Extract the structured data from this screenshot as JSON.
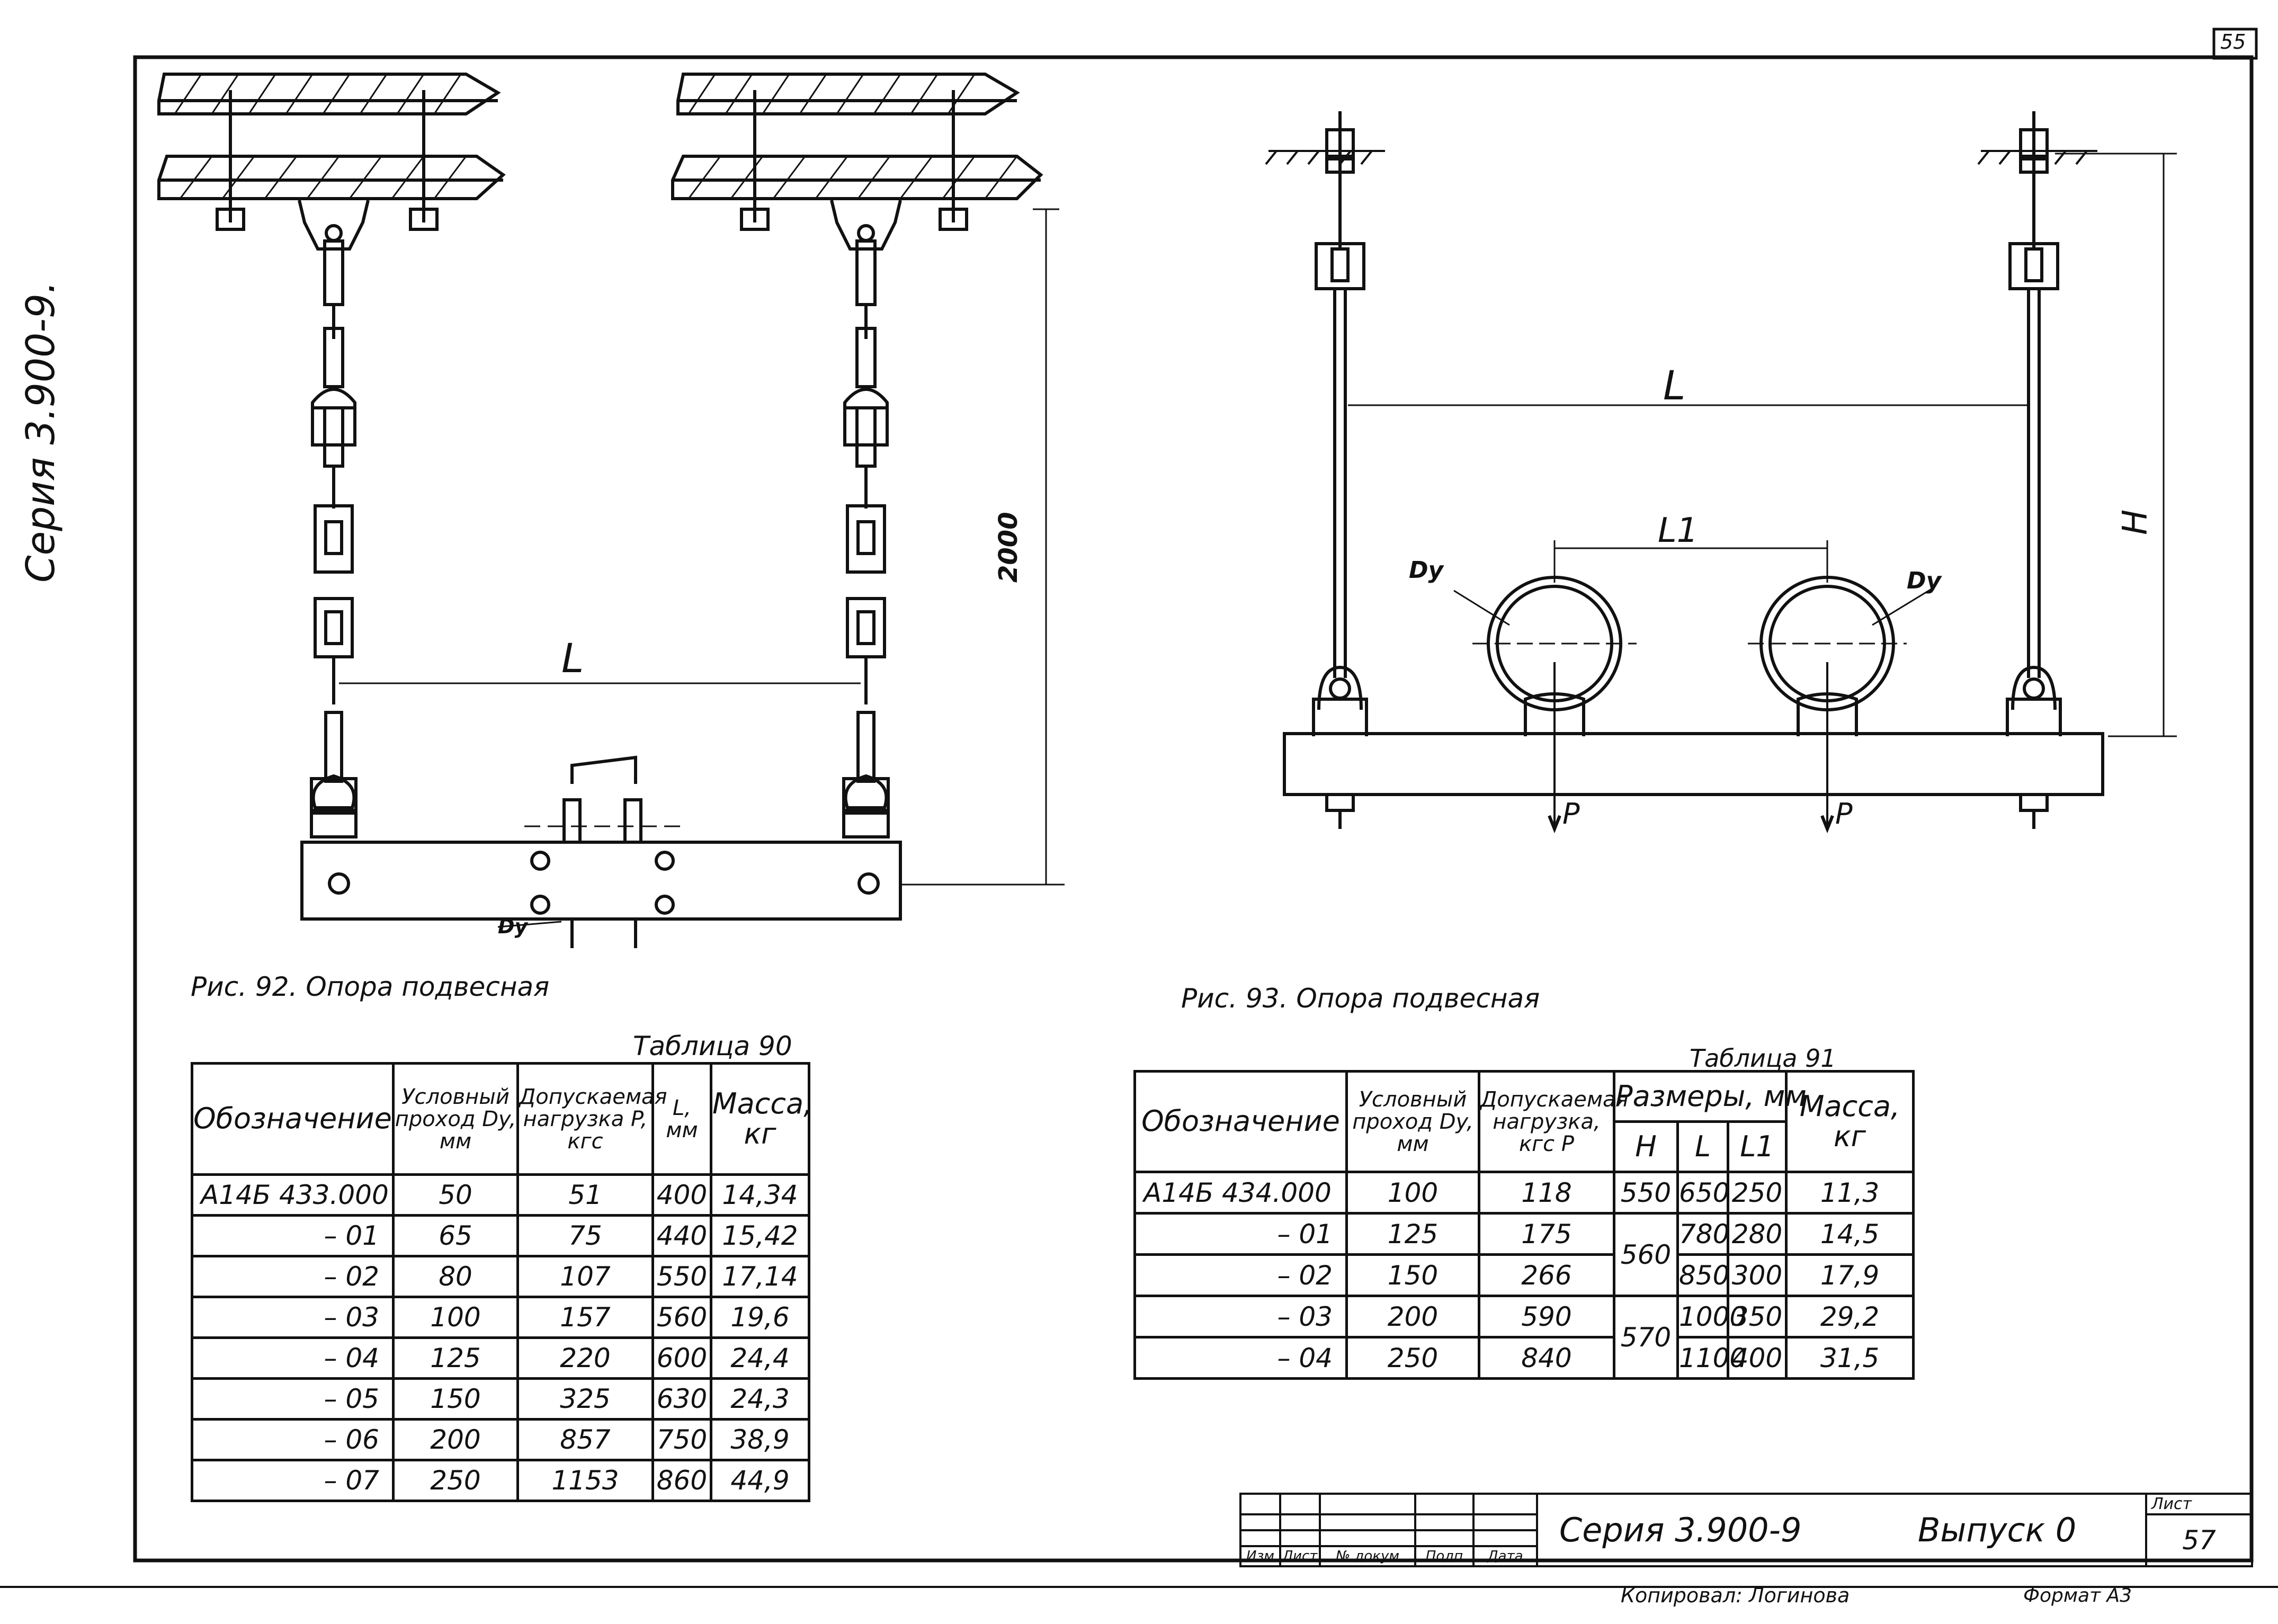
{
  "sheet": {
    "corner_number": "55",
    "series_side": "Серия 3.900-9."
  },
  "fig92": {
    "caption": "Рис. 92. Опора подвесная",
    "dim_height": "2000",
    "dim_span": "L",
    "dim_dy": "Dy"
  },
  "fig93": {
    "caption": "Рис. 93. Опора подвесная",
    "dim_span": "L",
    "dim_span1": "L1",
    "dim_height": "H",
    "dim_dy_left": "Dy",
    "dim_dy_right": "Dy",
    "load_left": "P",
    "load_right": "P"
  },
  "table90": {
    "title": "Таблица 90",
    "headers": [
      "Обозначение",
      "Условный проход Dy, мм",
      "Допускаемая нагрузка P, кгс",
      "L, мм",
      "Масса, кг"
    ],
    "rows": [
      [
        "А14Б 433.000",
        "50",
        "51",
        "400",
        "14,34"
      ],
      [
        "– 01",
        "65",
        "75",
        "440",
        "15,42"
      ],
      [
        "– 02",
        "80",
        "107",
        "550",
        "17,14"
      ],
      [
        "– 03",
        "100",
        "157",
        "560",
        "19,6"
      ],
      [
        "– 04",
        "125",
        "220",
        "600",
        "24,4"
      ],
      [
        "– 05",
        "150",
        "325",
        "630",
        "24,3"
      ],
      [
        "– 06",
        "200",
        "857",
        "750",
        "38,9"
      ],
      [
        "– 07",
        "250",
        "1153",
        "860",
        "44,9"
      ]
    ]
  },
  "table91": {
    "title": "Таблица 91",
    "headers": {
      "designation": "Обозначение",
      "dy": "Условный проход Dy, мм",
      "load": "Допускаемая нагрузка, кгс P",
      "dims": "Размеры, мм",
      "h": "H",
      "l": "L",
      "l1": "L1",
      "mass": "Масса, кг"
    },
    "rows": [
      {
        "designation": "А14Б 434.000",
        "dy": "100",
        "load": "118",
        "l": "650",
        "l1": "250",
        "mass": "11,3"
      },
      {
        "designation": "– 01",
        "dy": "125",
        "load": "175",
        "l": "780",
        "l1": "280",
        "mass": "14,5"
      },
      {
        "designation": "– 02",
        "dy": "150",
        "load": "266",
        "l": "850",
        "l1": "300",
        "mass": "17,9"
      },
      {
        "designation": "– 03",
        "dy": "200",
        "load": "590",
        "l": "1000",
        "l1": "350",
        "mass": "29,2"
      },
      {
        "designation": "– 04",
        "dy": "250",
        "load": "840",
        "l": "1100",
        "l1": "400",
        "mass": "31,5"
      }
    ],
    "h_groups": [
      "550",
      "560",
      "570"
    ]
  },
  "stamp": {
    "cols": [
      "Изм",
      "Лист",
      "№ докум",
      "Подп",
      "Дата"
    ],
    "series": "Серия 3.900-9",
    "issue": "Выпуск 0",
    "sheet_label": "Лист",
    "sheet_number": "57",
    "copied": "Копировал: Логинова",
    "format": "Формат А3"
  }
}
